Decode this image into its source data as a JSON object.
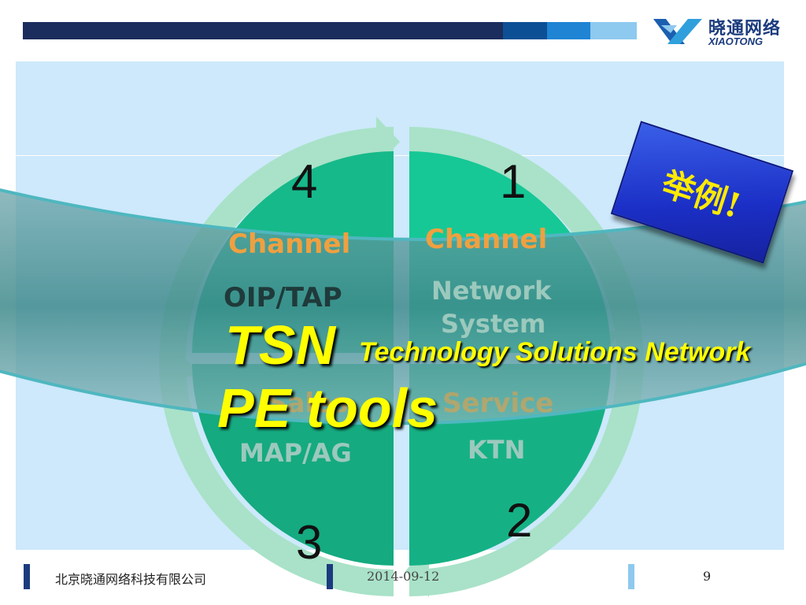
{
  "header": {
    "logo_cn": "晓通网络",
    "logo_en": "XIAOTONG",
    "colors": [
      "#1b2d5c",
      "#0d4f95",
      "#1f84d4",
      "#8ec9ef"
    ]
  },
  "cycle": {
    "quadrants": [
      {
        "number": "1",
        "title": "Channel",
        "lines": [
          "Network",
          "System"
        ]
      },
      {
        "number": "2",
        "title": "Service",
        "lines": [
          "KTN"
        ]
      },
      {
        "number": "3",
        "title": "Sales",
        "lines": [
          "MAP/AG"
        ]
      },
      {
        "number": "4",
        "title": "Channel",
        "lines": [
          "OIP/TAP"
        ]
      }
    ]
  },
  "badge": {
    "text": "举例!"
  },
  "banner": {
    "line1_big": "TSN",
    "line1_small": "Technology Solutions Network",
    "line2": "PE tools"
  },
  "footer": {
    "company": "北京晓通网络科技有限公司",
    "date": "2014-09-12",
    "page": "9"
  }
}
